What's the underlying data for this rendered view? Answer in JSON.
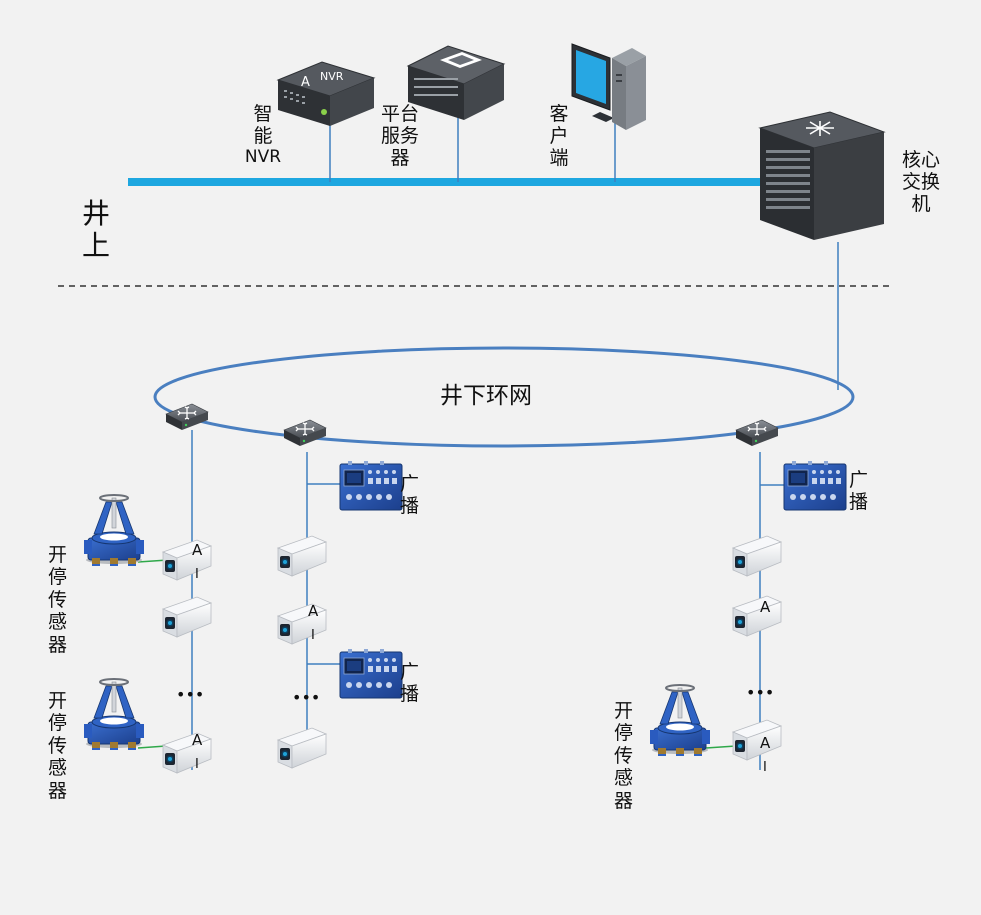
{
  "labels": {
    "nvr": [
      "智",
      "能",
      "NVR"
    ],
    "platform": [
      "平台",
      "服务",
      "器"
    ],
    "client": [
      "客",
      "户",
      "端"
    ],
    "core_switch": [
      "核心",
      "交换",
      "机"
    ],
    "above_ground": [
      "井",
      "上"
    ],
    "ring_network": "井下环网",
    "broadcast": [
      "广",
      "播"
    ],
    "stop_sensor": [
      "开",
      "停",
      "传",
      "感",
      "器"
    ],
    "ai": [
      "A",
      "I"
    ],
    "ellipsis": "•••",
    "nvr_badge_a": "A",
    "nvr_badge_text": "NVR"
  },
  "colors": {
    "backbone": "#1ea7e0",
    "link": "#3f7fbf",
    "ring": "#4a7fc0",
    "background": "#f2f2f2",
    "device_blue": "#2255a8"
  }
}
